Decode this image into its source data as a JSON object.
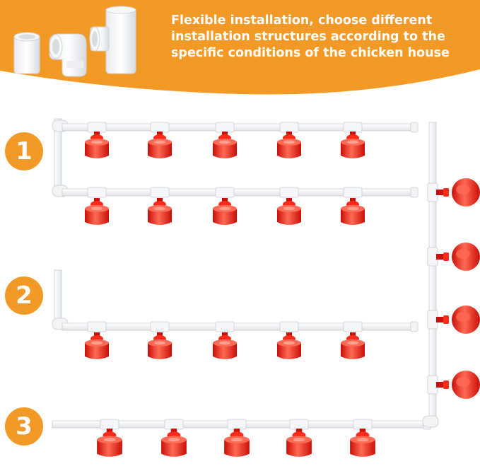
{
  "header": {
    "text": "Flexible installation, choose different installation structures according to the specific conditions of the chicken house",
    "background_color": "#f39a26",
    "text_color": "#ffffff"
  },
  "badges": [
    {
      "label": "1"
    },
    {
      "label": "2"
    },
    {
      "label": "3"
    }
  ],
  "colors": {
    "badge": "#f39a26",
    "pipe": "#f3f4f6",
    "pipe_outline": "#c9ccd1",
    "cup": "#ff2a1a",
    "cup_dark": "#c90f08",
    "cup_light": "#ff6a55"
  },
  "icons": [
    "pvc-coupler-icon",
    "pvc-elbow-icon",
    "pvc-tee-icon",
    "chicken-waterer-cup-icon"
  ]
}
